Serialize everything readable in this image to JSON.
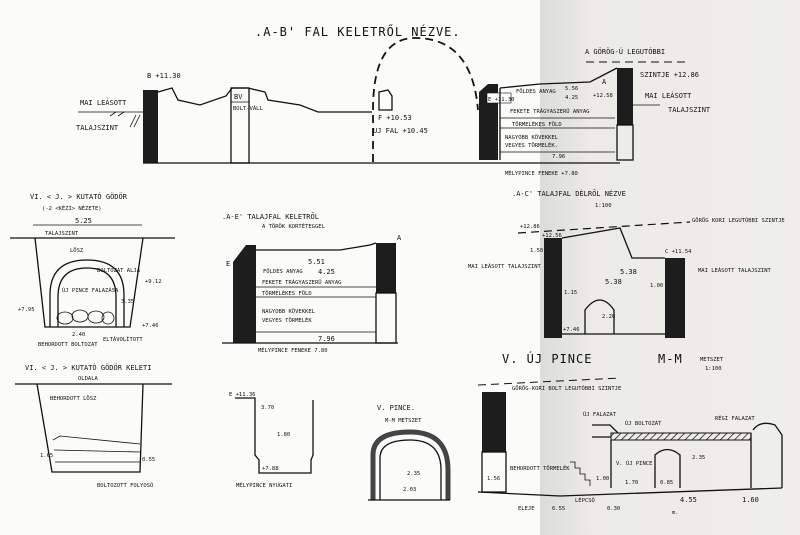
{
  "main_section": {
    "title": ".A-B' FAL KELETRŐL NÉZVE.",
    "b_level": "B +11.30",
    "mai_leasott": "MAI LEÁSOTT",
    "talajszint": "TALAJSZINT",
    "bv": "BV",
    "bv_sub": "BOLT-VÁLL",
    "f_level": "F +10.53",
    "uj_fal": "UJ FAL +10.45",
    "e_level": "E +11.30",
    "greek_level_1": "A GÖRÖG-Ú LEGUTÓBBI",
    "greek_level_2": "SZINTJE +12.86",
    "a_label": "A",
    "a_level": "+12.58",
    "mai_leasott_r": "MAI LEÁSOTT",
    "talajszint_r": "TALAJSZINT",
    "dim_556": "5.56",
    "dim_425": "4.25",
    "foldes_anyag": "FÖLDES ANYAG",
    "fekete": "FEKETE TRÁGYASZERŰ ANYAG",
    "tormelekes": "TÖRMELÉKES FÖLD",
    "nagyobb": "NAGYOBB KÖVEKKEL",
    "vegyes": "VEGYES TÖRMELÉK.",
    "dim_796": "7.96",
    "melypince": "MÉLYPINCE FENEKE +7.80"
  },
  "pit_section": {
    "title": "VI. < J. > KUTATÓ GÖDÖR",
    "subtitle": "(-2 <KÉZI> NÉZETE)",
    "width": "5.25",
    "talajszint": "TALAJSZINT",
    "loess": "LÖSZ",
    "vault_label": "BOLTOZAT ALJA",
    "level_r": "+9.12",
    "level_l": "+7.95",
    "dim_335": "3.35",
    "inner": "ÚJ PINCE FALAZÁSA",
    "dim_240": "2.40",
    "level_b": "+7.46",
    "bottom_l": "BEHORDOTT BOLTOZAT",
    "bottom_r": "ELTÁVOLÍTOTT"
  },
  "ab_section": {
    "title": ".A-E' TALAJFAL KELETRŐL",
    "subtitle": "A TÖRÖK KORTÉTEGGEL",
    "e_label": "E",
    "a_label": "A",
    "dim_551": "5.51",
    "dim_425": "4.25",
    "foldes": "FÖLDES ANYAG",
    "fekete": "FEKETE TRÁGYASZERŰ ANYAG",
    "tormelekes": "TÖRMELÉKES FÖLD",
    "nagyobb": "NAGYOBB KÖVEKKEL",
    "vegyes": "VEGYES TÖRMELÉK",
    "dim_796": "7.96",
    "melypince": "MÉLYPINCE FENEKE 7.80"
  },
  "ac_section": {
    "title": ".A-C' TALAJFAL DÉLRŐL NÉZVE",
    "scale": "1:100",
    "greek_level": "GÖRÖG KORI LEGUTÓBBI SZINTJE",
    "lev_1286": "+12.86",
    "lev_1256": "+12.56",
    "c_level": "C +11.54",
    "mai_leasott_l": "MAI LEÁSOTT TALAJSZINT",
    "mai_leasott_r": "MAI LEÁSOTT TALAJSZINT",
    "dim_538a": "5.38",
    "dim_538b": "5.38",
    "dim_150": "1.50",
    "dim_100": "1.00",
    "dim_115": "1.15",
    "dim_220": "2.20",
    "lev_746": "+7.46"
  },
  "pit2_section": {
    "title": "VI. < J. > KUTATÓ GÖDÖR KELETI",
    "subtitle": "OLDALA",
    "label": "BEHORDOTT LÖSZ",
    "dim_l": "1.65",
    "dim_r": "0.55",
    "bottom": "BOLTOZOTT FOLYOSÓ"
  },
  "shaft_section": {
    "e_level": "E +11.36",
    "dim_370": "3.70",
    "dim_180": "1.80",
    "lev_788": "+7.88",
    "caption": "MÉLYPINCE NYUGATI"
  },
  "pince_section": {
    "title": "V. PINCE.",
    "subtitle": "M-M METSZET",
    "dim_235": "2.35",
    "dim_203": "2.03"
  },
  "v_section": {
    "title_a": "V. ÚJ PINCE",
    "title_b": "M-M",
    "title_c": "METSZET",
    "scale": "1:100",
    "greek_level": "GÖRÖG-KORI BOLT LEGUTÓBBI SZINTJE",
    "new_wall": "ÚJ FALAZAT",
    "new_vault": "ÚJ BOLTOZAT",
    "old_wall": "RÉGI FALAZAT",
    "cellar": "V. ÚJ PINCE",
    "dim_235": "2.35",
    "dim_156": "1.56",
    "dim_170": "1.70",
    "dim_085": "0.85",
    "dim_100": "1.00",
    "fill_text": "BEHORDOTT TÖRMELÉK",
    "dim_455": "4.55",
    "dim_160": "1.60",
    "dim_655": "6.55",
    "dim_030": "0.30",
    "lepcso": "LÉPCSŐ",
    "eleje": "ELEJE",
    "m": "m."
  }
}
